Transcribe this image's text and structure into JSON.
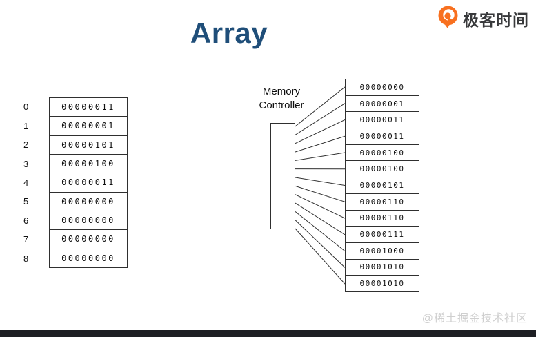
{
  "page": {
    "title": "Array"
  },
  "brand": {
    "logo_text": "极客时间",
    "logo_icon": "geektime-q-icon",
    "logo_color": "#f8701f",
    "text_color": "#38393b"
  },
  "left_array": {
    "indices": [
      "0",
      "1",
      "2",
      "3",
      "4",
      "5",
      "6",
      "7",
      "8"
    ],
    "values": [
      "00000011",
      "00000001",
      "00000101",
      "00000100",
      "00000011",
      "00000000",
      "00000000",
      "00000000",
      "00000000"
    ]
  },
  "memory": {
    "controller_label": "Memory Controller",
    "cells": [
      "00000000",
      "00000001",
      "00000011",
      "00000011",
      "00000100",
      "00000100",
      "00000101",
      "00000110",
      "00000110",
      "00000111",
      "00001000",
      "00001010",
      "00001010"
    ]
  },
  "watermark": {
    "text": "@稀土掘金技术社区"
  },
  "colors": {
    "title": "#1f4e79",
    "line": "#2f2f2f",
    "footer_bar": "#1e1f24",
    "watermark": "#cfcfcf"
  }
}
